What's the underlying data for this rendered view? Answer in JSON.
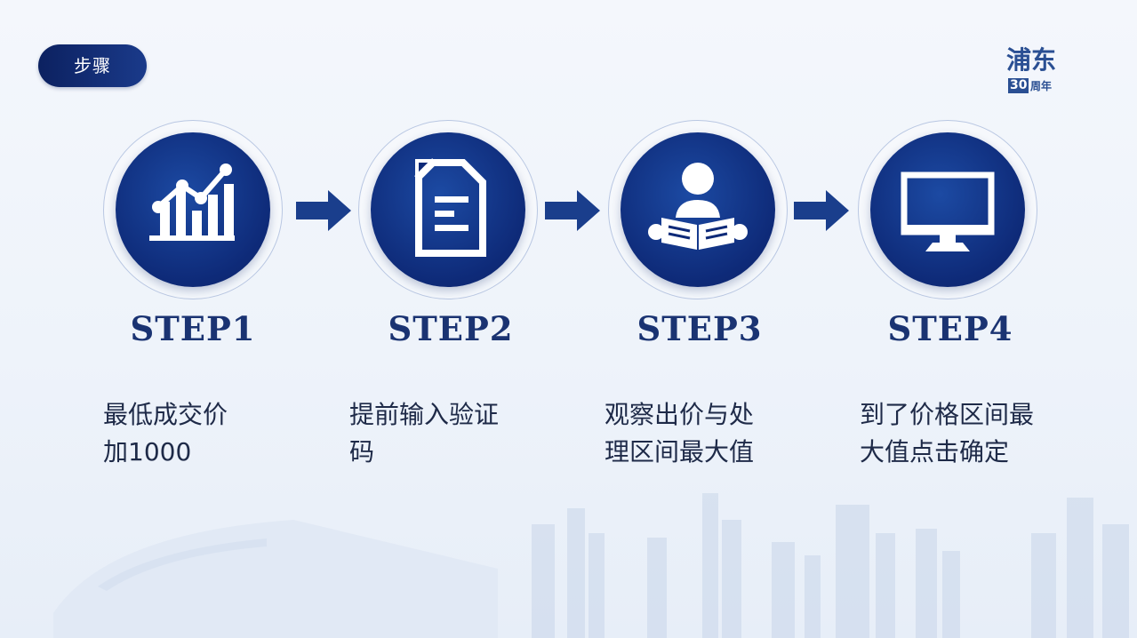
{
  "header": {
    "badge_label": "步骤"
  },
  "logo": {
    "top_text": "浦东",
    "number": "30",
    "sub_text": "周年"
  },
  "steps": [
    {
      "title": "STEP1",
      "description_line1": "最低成交价",
      "description_line2": "加1000",
      "icon": "chart-icon"
    },
    {
      "title": "STEP2",
      "description_line1": "提前输入验证",
      "description_line2": "码",
      "icon": "document-icon"
    },
    {
      "title": "STEP3",
      "description_line1": "观察出价与处",
      "description_line2": "理区间最大值",
      "icon": "reader-icon"
    },
    {
      "title": "STEP4",
      "description_line1": "到了价格区间最",
      "description_line2": "大值点击确定",
      "icon": "monitor-icon"
    }
  ],
  "colors": {
    "primary": "#0e2a78",
    "accent": "#1c4aa3",
    "title": "#1a3372",
    "text": "#1e2a48"
  }
}
